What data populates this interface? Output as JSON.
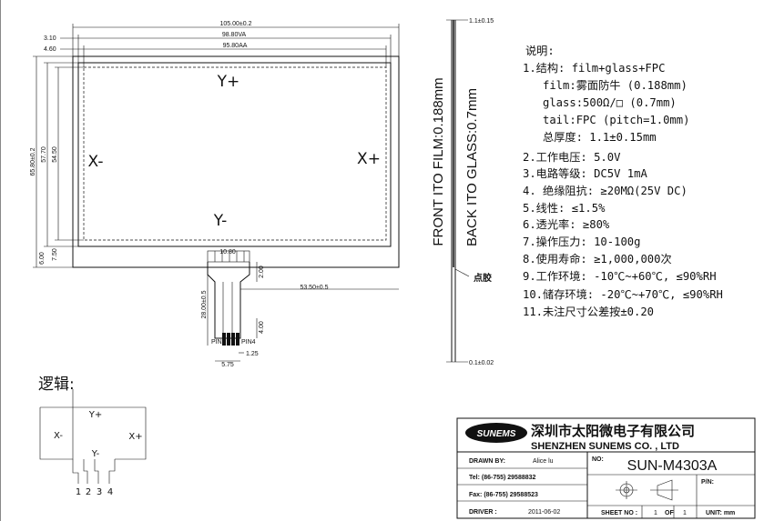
{
  "drawing": {
    "dims": {
      "overall_width": "105.00±0.2",
      "va_width": "98.80VA",
      "aa_width": "95.80AA",
      "left_offset_outer": "3.10",
      "left_offset_inner": "4.60",
      "overall_height": "65.80±0.2",
      "va_height": "57.70",
      "aa_height": "54.50",
      "bottom_outer": "6.00",
      "bottom_inner": "7.50",
      "fpc_width": "10.80",
      "fpc_length": "28.00±0.5",
      "fpc_stiff": "2.00",
      "fpc_offset": "53.50±0.5",
      "fpc_tail": "4.00",
      "pitch": "1.25",
      "fpc_end": "5.75",
      "pin1": "PIN1",
      "pin4": "PIN4"
    },
    "axis_labels": {
      "y_plus": "Y+",
      "y_minus": "Y-",
      "x_minus": "X-",
      "x_plus": "X+"
    },
    "side_view": {
      "top_thickness": "1.1±0.15",
      "bottom_thickness": "0.1±0.02",
      "front_text": "FRONT ITO FILM:0.188mm",
      "back_text": "BACK ITO GLASS:0.7mm",
      "glue_label": "点胶"
    }
  },
  "notes": {
    "heading": "说明:",
    "lines": [
      "1.结构: film+glass+FPC",
      "   film:雾面防牛 (0.188mm)",
      "   glass:500Ω/□ (0.7mm)",
      "   tail:FPC (pitch=1.0mm)",
      "   总厚度: 1.1±0.15mm",
      "2.工作电压: 5.0V",
      "3.电路等级: DC5V 1mA",
      "4. 绝缘阻抗: ≥20MΩ(25V DC)",
      "5.线性: ≤1.5%",
      "6.透光率: ≥80%",
      "7.操作压力: 10-100g",
      "8.使用寿命: ≥1,000,000次",
      "9.工作环境: -10℃~+60℃, ≤90%RH",
      "10.储存环境: -20℃~+70℃, ≤90%RH",
      "11.未注尺寸公差按±0.20"
    ]
  },
  "logic": {
    "title": "逻辑:",
    "y_plus": "Y+",
    "x_minus": "X-",
    "x_plus": "X+",
    "y_minus": "Y-",
    "pins": [
      "1",
      "2",
      "3",
      "4"
    ]
  },
  "title_block": {
    "company_cn": "深圳市太阳微电子有限公司",
    "company_en": "SHENZHEN SUNEMS CO. , LTD",
    "logo_text": "SUNEMS",
    "drawn_label": "DRAWN BY:",
    "drawn_value": "Alice lu",
    "tel": "Tel: (86-755) 29588832",
    "fax": "Fax: (86-755) 29588523",
    "driver_label": "DRIVER :",
    "date": "2011-06-02",
    "no_label": "NO:",
    "part_no": "SUN-M4303A",
    "pn_label": "P/N:",
    "sheet_label": "SHEET NO :",
    "sheet_no": "1",
    "of_label": "OF",
    "sheet_total": "1",
    "unit_label": "UNIT: mm"
  }
}
